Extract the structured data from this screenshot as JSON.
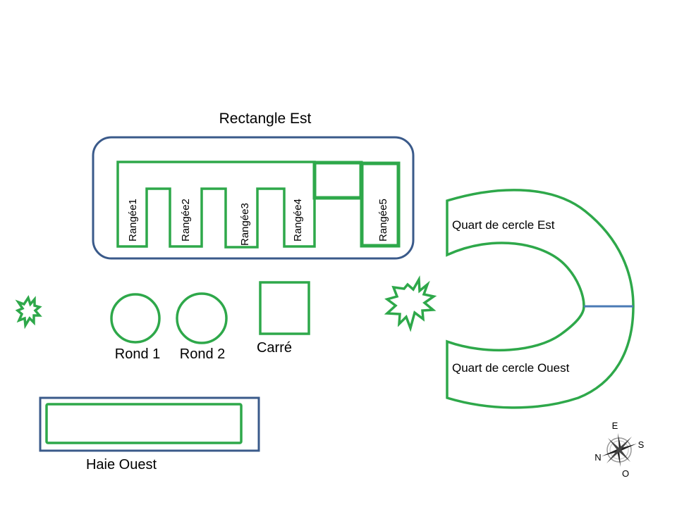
{
  "colors": {
    "bed_stroke": "#2ea84a",
    "enclosure_stroke": "#3a5a8a",
    "divider_stroke": "#4a7ab5",
    "text": "#000000",
    "background": "#ffffff"
  },
  "rectangle_est": {
    "title": "Rectangle Est",
    "rows": [
      "Rangée1",
      "Rangée2",
      "Rangée3",
      "Rangée4",
      "Rangée5"
    ]
  },
  "beds": {
    "rond1": "Rond 1",
    "rond2": "Rond 2",
    "carre": "Carré",
    "haie_ouest": "Haie Ouest",
    "quart_est": "Quart de cercle Est",
    "quart_ouest": "Quart de cercle Ouest"
  },
  "markers": [
    {
      "name": "small-burst",
      "icon": "starburst-icon"
    },
    {
      "name": "large-burst",
      "icon": "starburst-icon"
    }
  ],
  "compass": {
    "icon": "compass-rose-icon",
    "top": "E",
    "right": "S",
    "left": "N",
    "bottom": "O"
  }
}
